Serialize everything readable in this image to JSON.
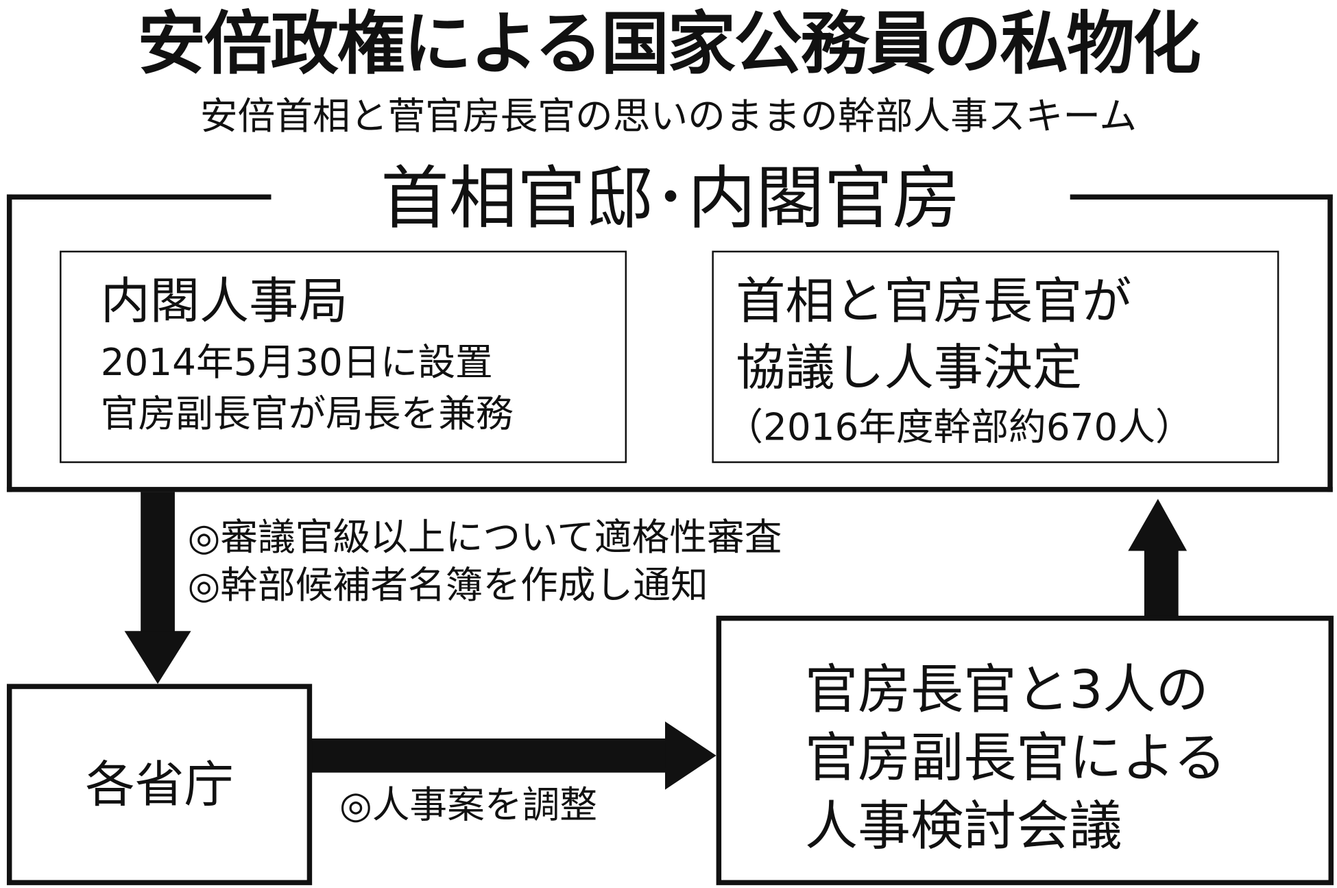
{
  "title": "安倍政権による国家公務員の私物化",
  "subtitle": "安倍首相と菅官房長官の思いのままの幹部人事スキーム",
  "outer": {
    "heading": "首相官邸･内閣官房"
  },
  "left_box": {
    "title": "内閣人事局",
    "line1": "2014年5月30日に設置",
    "line2": "官房副長官が局長を兼務"
  },
  "right_box": {
    "line1": "首相と官房長官が",
    "line2": "協議し人事決定",
    "line3": "（2016年度幹部約670人）"
  },
  "down_arrow_notes": [
    "◎審議官級以上について適格性審査",
    "◎幹部候補者名簿を作成し通知"
  ],
  "ministries_box": {
    "label": "各省庁"
  },
  "right_arrow_note": "◎人事案を調整",
  "council_box": {
    "line1": "官房長官と3人の",
    "line2": "官房副長官による",
    "line3": "人事検討会議"
  }
}
